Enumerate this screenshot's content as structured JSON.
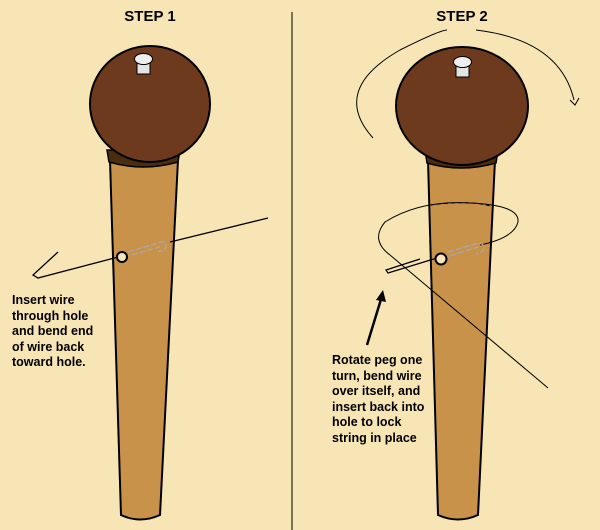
{
  "step1": {
    "title": "STEP 1",
    "caption": "Insert wire\nthrough hole\nand bend end\nof wire back\ntoward hole."
  },
  "step2": {
    "title": "STEP 2",
    "caption": "Rotate peg one\nturn, bend wire\nover itself, and\ninsert back into\nhole to lock\nstring in place"
  },
  "colors": {
    "background": "#f7e5b5",
    "knob": "#6e3a1e",
    "collar": "#4a2c0e",
    "shaft": "#c8924a",
    "pin": "#e4e4e4"
  }
}
